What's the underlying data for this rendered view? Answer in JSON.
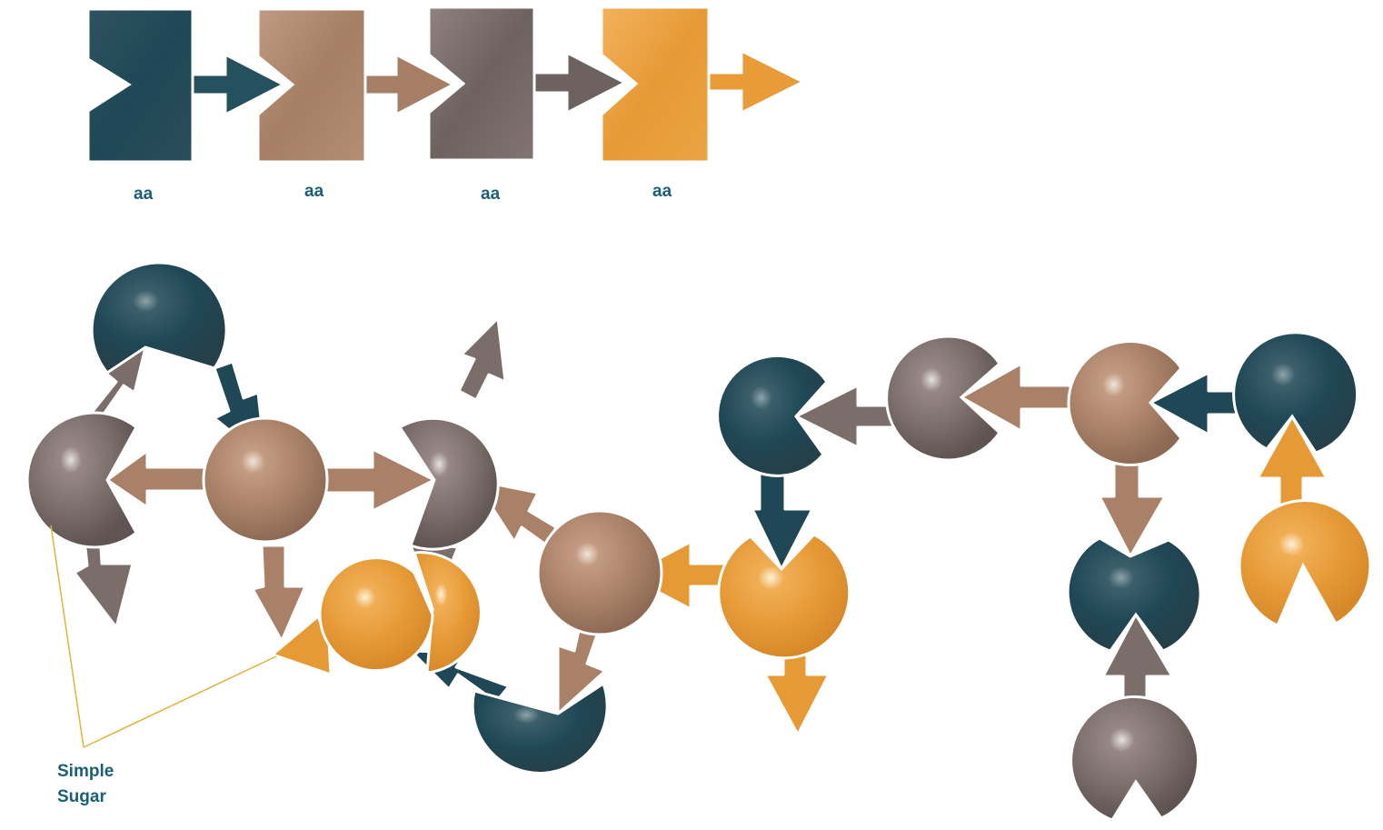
{
  "colors": {
    "dark": "#1f4755",
    "tan": "#a98168",
    "gray": "#7a6d6a",
    "orange": "#e69a36",
    "label": "#1b5f74",
    "callout_line": "#e1b23c"
  },
  "amino_acid_chain": {
    "labels": [
      "aa",
      "aa",
      "aa",
      "aa"
    ],
    "blocks": [
      {
        "color": "dark",
        "shape": "amino-acid-block"
      },
      {
        "color": "tan",
        "shape": "amino-acid-block"
      },
      {
        "color": "gray",
        "shape": "amino-acid-block"
      },
      {
        "color": "orange",
        "shape": "amino-acid-block"
      }
    ]
  },
  "carbohydrate": {
    "callout_label": [
      "Simple",
      "Sugar"
    ],
    "sugar_count": 16,
    "sugar_colors": [
      "dark",
      "tan",
      "gray",
      "orange"
    ]
  }
}
